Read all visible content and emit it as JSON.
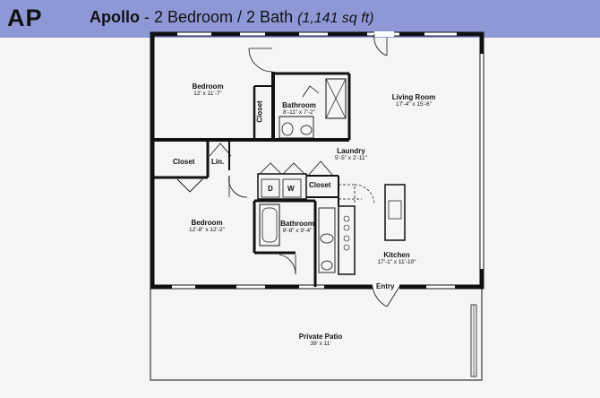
{
  "header": {
    "code": "AP",
    "name": "Apollo",
    "layout": " - 2 Bedroom / 2 Bath ",
    "area": "(1,141 sq ft)",
    "band_color": "#8e98d6"
  },
  "rooms": {
    "bedroom1": {
      "name": "Bedroom",
      "dims": "12' x 11'-7\""
    },
    "bath1": {
      "name": "Bathroom",
      "dims": "8'-11\" x 7'-2\""
    },
    "living": {
      "name": "Living Room",
      "dims": "17'-4\" x 15'-6\""
    },
    "laundry": {
      "name": "Laundry",
      "dims": "5'-5\" x 2'-11\""
    },
    "bedroom2": {
      "name": "Bedroom",
      "dims": "12'-8\" x 12'-2\""
    },
    "bath2": {
      "name": "Bathroom",
      "dims": "9'-8\" x 9'-4\""
    },
    "kitchen": {
      "name": "Kitchen",
      "dims": "17'-1\" x 11'-10\""
    },
    "patio": {
      "name": "Private Patio",
      "dims": "39' x 11'"
    }
  },
  "labels": {
    "closet_upper": "Closet",
    "closet_left": "Closet",
    "linen": "Lin.",
    "closet_laundry": "Closet",
    "dryer": "D",
    "washer": "W",
    "entry": "Entry"
  }
}
